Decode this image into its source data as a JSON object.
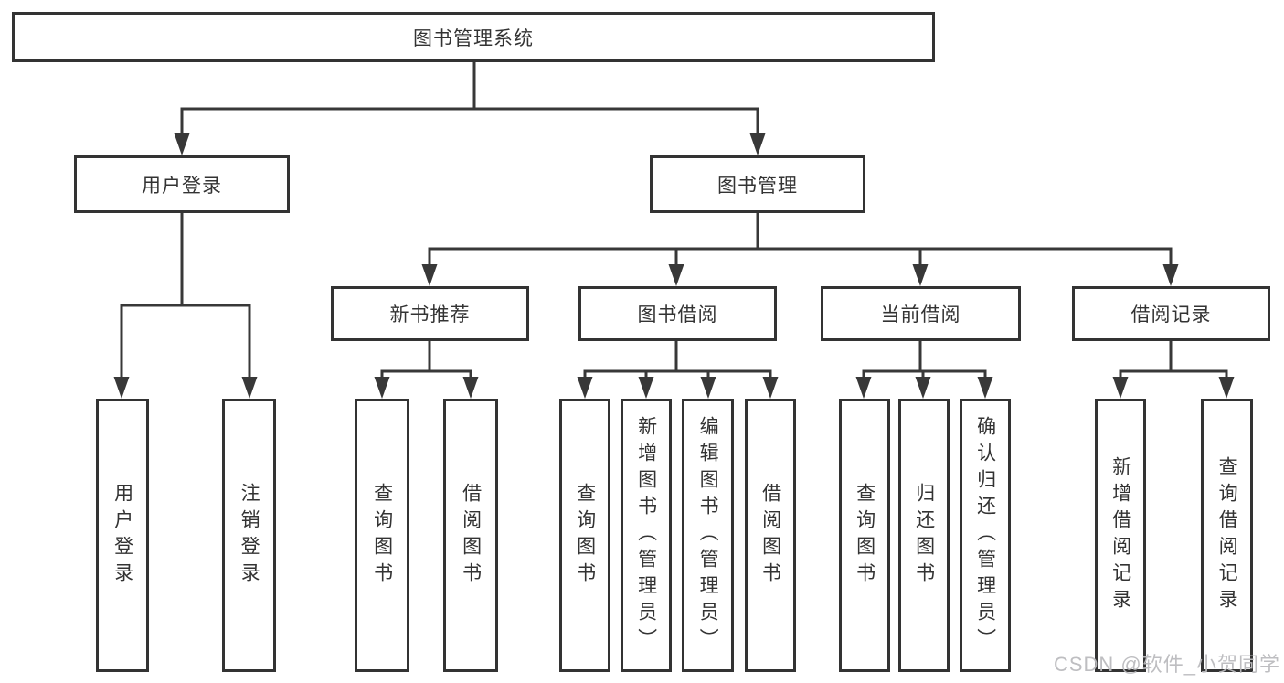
{
  "tree": {
    "root": {
      "label": "图书管理系统"
    },
    "user_login": {
      "label": "用户登录",
      "children": [
        {
          "label": "用户登录"
        },
        {
          "label": "注销登录"
        }
      ]
    },
    "book_management": {
      "label": "图书管理",
      "new_book_recommend": {
        "label": "新书推荐",
        "children": [
          {
            "label": "查询图书"
          },
          {
            "label": "借阅图书"
          }
        ]
      },
      "book_borrowing": {
        "label": "图书借阅",
        "children": [
          {
            "label": "查询图书"
          },
          {
            "label": "新增图书（管理员）"
          },
          {
            "label": "编辑图书（管理员）"
          },
          {
            "label": "借阅图书"
          }
        ]
      },
      "current_borrowing": {
        "label": "当前借阅",
        "children": [
          {
            "label": "查询图书"
          },
          {
            "label": "归还图书"
          },
          {
            "label": "确认归还（管理员）"
          }
        ]
      },
      "borrowing_records": {
        "label": "借阅记录",
        "children": [
          {
            "label": "新增借阅记录"
          },
          {
            "label": "查询借阅记录"
          }
        ]
      }
    }
  },
  "watermark": {
    "text": "CSDN @软件_小贺同学"
  },
  "colors": {
    "line": "#383838",
    "box_border": "#333333",
    "text": "#333333",
    "background": "#ffffff",
    "watermark": "#babac0"
  }
}
